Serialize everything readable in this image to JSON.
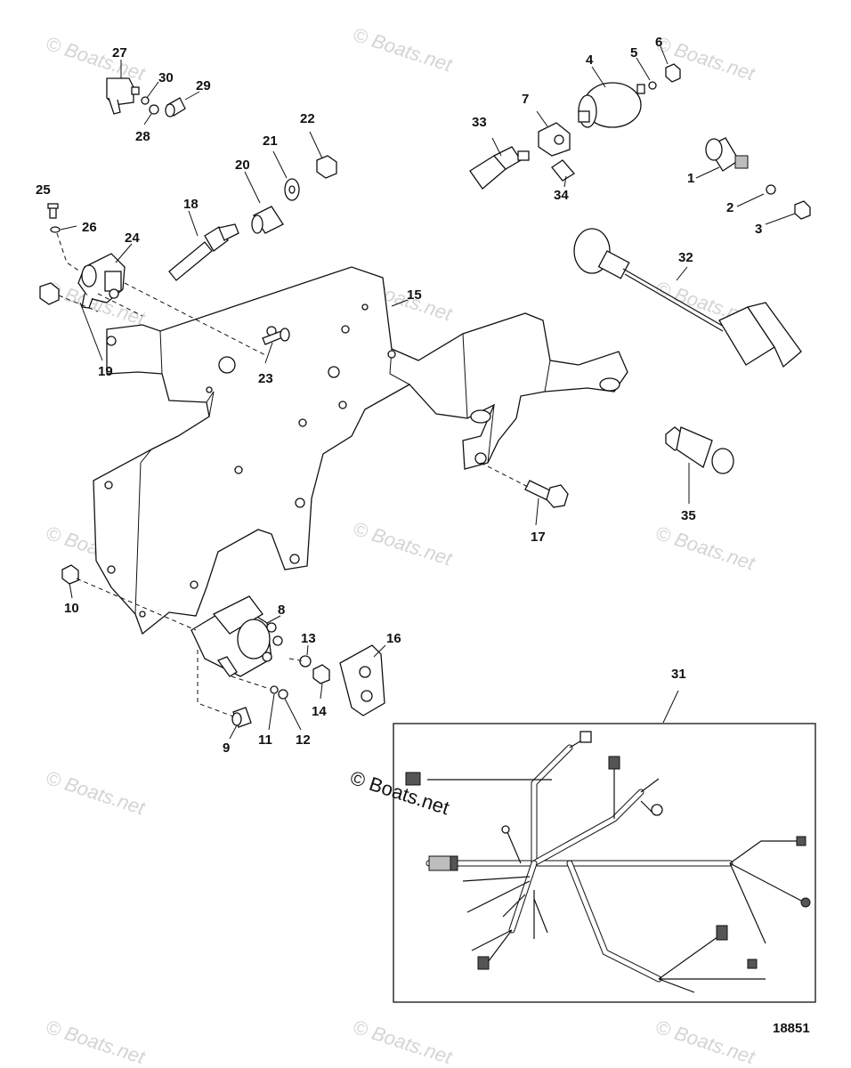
{
  "callouts": {
    "c1": "1",
    "c2": "2",
    "c3": "3",
    "c4": "4",
    "c5": "5",
    "c6": "6",
    "c7": "7",
    "c8": "8",
    "c9": "9",
    "c10": "10",
    "c11": "11",
    "c12": "12",
    "c13": "13",
    "c14": "14",
    "c15": "15",
    "c16": "16",
    "c17": "17",
    "c18": "18",
    "c19": "19",
    "c20": "20",
    "c21": "21",
    "c22": "22",
    "c23": "23",
    "c24": "24",
    "c25": "25",
    "c26": "26",
    "c27": "27",
    "c28": "28",
    "c29": "29",
    "c30": "30",
    "c31": "31",
    "c32": "32",
    "c33": "33",
    "c34": "34",
    "c35": "35"
  },
  "watermark": {
    "text": "© Boats.net",
    "main_text": "© Boats.net"
  },
  "drawing_number": "18851"
}
